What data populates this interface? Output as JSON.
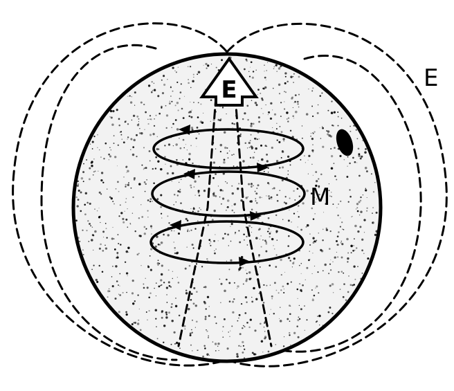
{
  "labels": {
    "arrow_label": "E",
    "field_label_outer": "E",
    "loop_label": "M"
  },
  "colors": {
    "ink": "#000000",
    "sphere_fill": "#f2f2f2",
    "background": "#ffffff"
  },
  "icons": {
    "central_arrow": "hollow-up-arrow",
    "loop_arrows": "triangle-arrowheads",
    "surface_texture": "stippled-speckle"
  }
}
